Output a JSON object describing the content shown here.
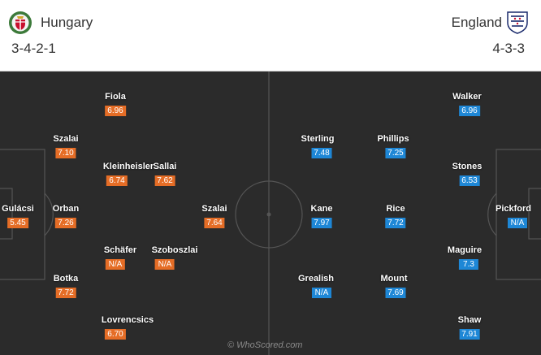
{
  "home": {
    "name": "Hungary",
    "formation": "3-4-2-1",
    "crest_icon": "hungary-crest-icon",
    "color": "#e56d26",
    "players": [
      {
        "name": "Gulácsi",
        "rating": "5.45"
      },
      {
        "name": "Szalai",
        "rating": "7.10"
      },
      {
        "name": "Orban",
        "rating": "7.26"
      },
      {
        "name": "Botka",
        "rating": "7.72"
      },
      {
        "name": "Fiola",
        "rating": "6.96"
      },
      {
        "name": "Kleinheisler",
        "rating": "6.74"
      },
      {
        "name": "Schäfer",
        "rating": "N/A"
      },
      {
        "name": "Lovrencsics",
        "rating": "6.70"
      },
      {
        "name": "Sallai",
        "rating": "7.62"
      },
      {
        "name": "Szoboszlai",
        "rating": "N/A"
      },
      {
        "name": "Szalai",
        "rating": "7.64"
      }
    ]
  },
  "away": {
    "name": "England",
    "formation": "4-3-3",
    "crest_icon": "england-crest-icon",
    "color": "#1e87d6",
    "players": [
      {
        "name": "Pickford",
        "rating": "N/A"
      },
      {
        "name": "Walker",
        "rating": "6.96"
      },
      {
        "name": "Stones",
        "rating": "6.53"
      },
      {
        "name": "Maguire",
        "rating": "7.3"
      },
      {
        "name": "Shaw",
        "rating": "7.91"
      },
      {
        "name": "Phillips",
        "rating": "7.25"
      },
      {
        "name": "Rice",
        "rating": "7.72"
      },
      {
        "name": "Mount",
        "rating": "7.69"
      },
      {
        "name": "Sterling",
        "rating": "7.48"
      },
      {
        "name": "Kane",
        "rating": "7.97"
      },
      {
        "name": "Grealish",
        "rating": "N/A"
      }
    ]
  },
  "watermark": "© WhoScored.com"
}
